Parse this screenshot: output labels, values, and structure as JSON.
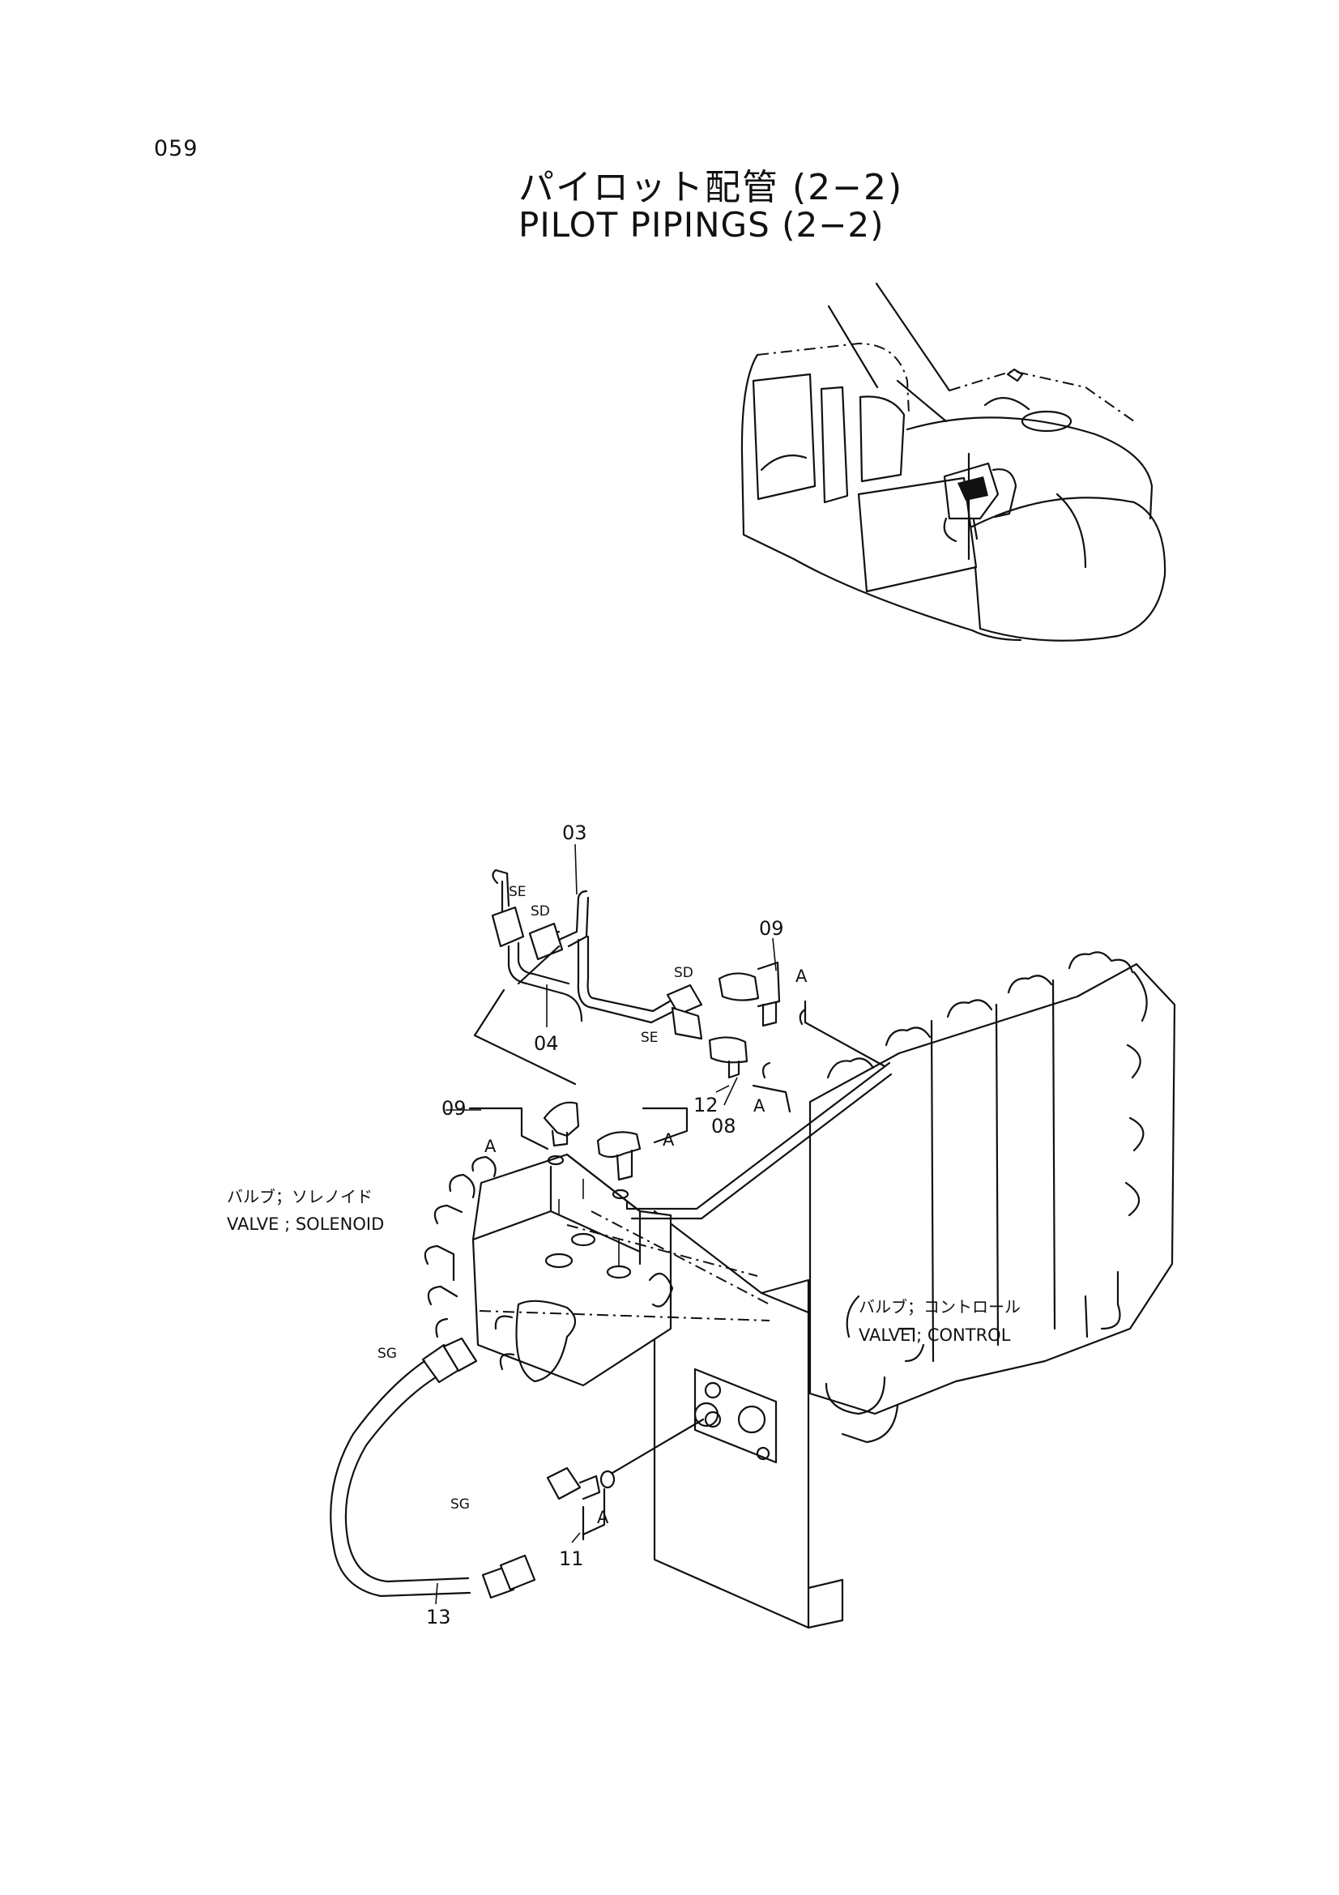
{
  "page": {
    "number": "059",
    "title_jp": "パイロット配管 (2−2)",
    "title_en": "PILOT PIPINGS (2−2)"
  },
  "labels": {
    "valve_solenoid_jp": "バルブ；ソレノイド",
    "valve_solenoid_en": "VALVE ; SOLENOID",
    "valve_control_jp": "バルブ；コントロール",
    "valve_control_en": "VALVE ; CONTROL"
  },
  "callouts": {
    "p03": "03",
    "p04": "04",
    "p08": "08",
    "p09_top": "09",
    "p09_left": "09",
    "p11": "11",
    "p12": "12",
    "p13": "13"
  },
  "ports": {
    "se_top": "SE",
    "sd_top": "SD",
    "sd_right": "SD",
    "se_right": "SE",
    "sg_upper": "SG",
    "sg_lower": "SG"
  },
  "section_marks": {
    "a1": "A",
    "a2": "A",
    "a3": "A",
    "a4": "A",
    "a5": "A"
  }
}
